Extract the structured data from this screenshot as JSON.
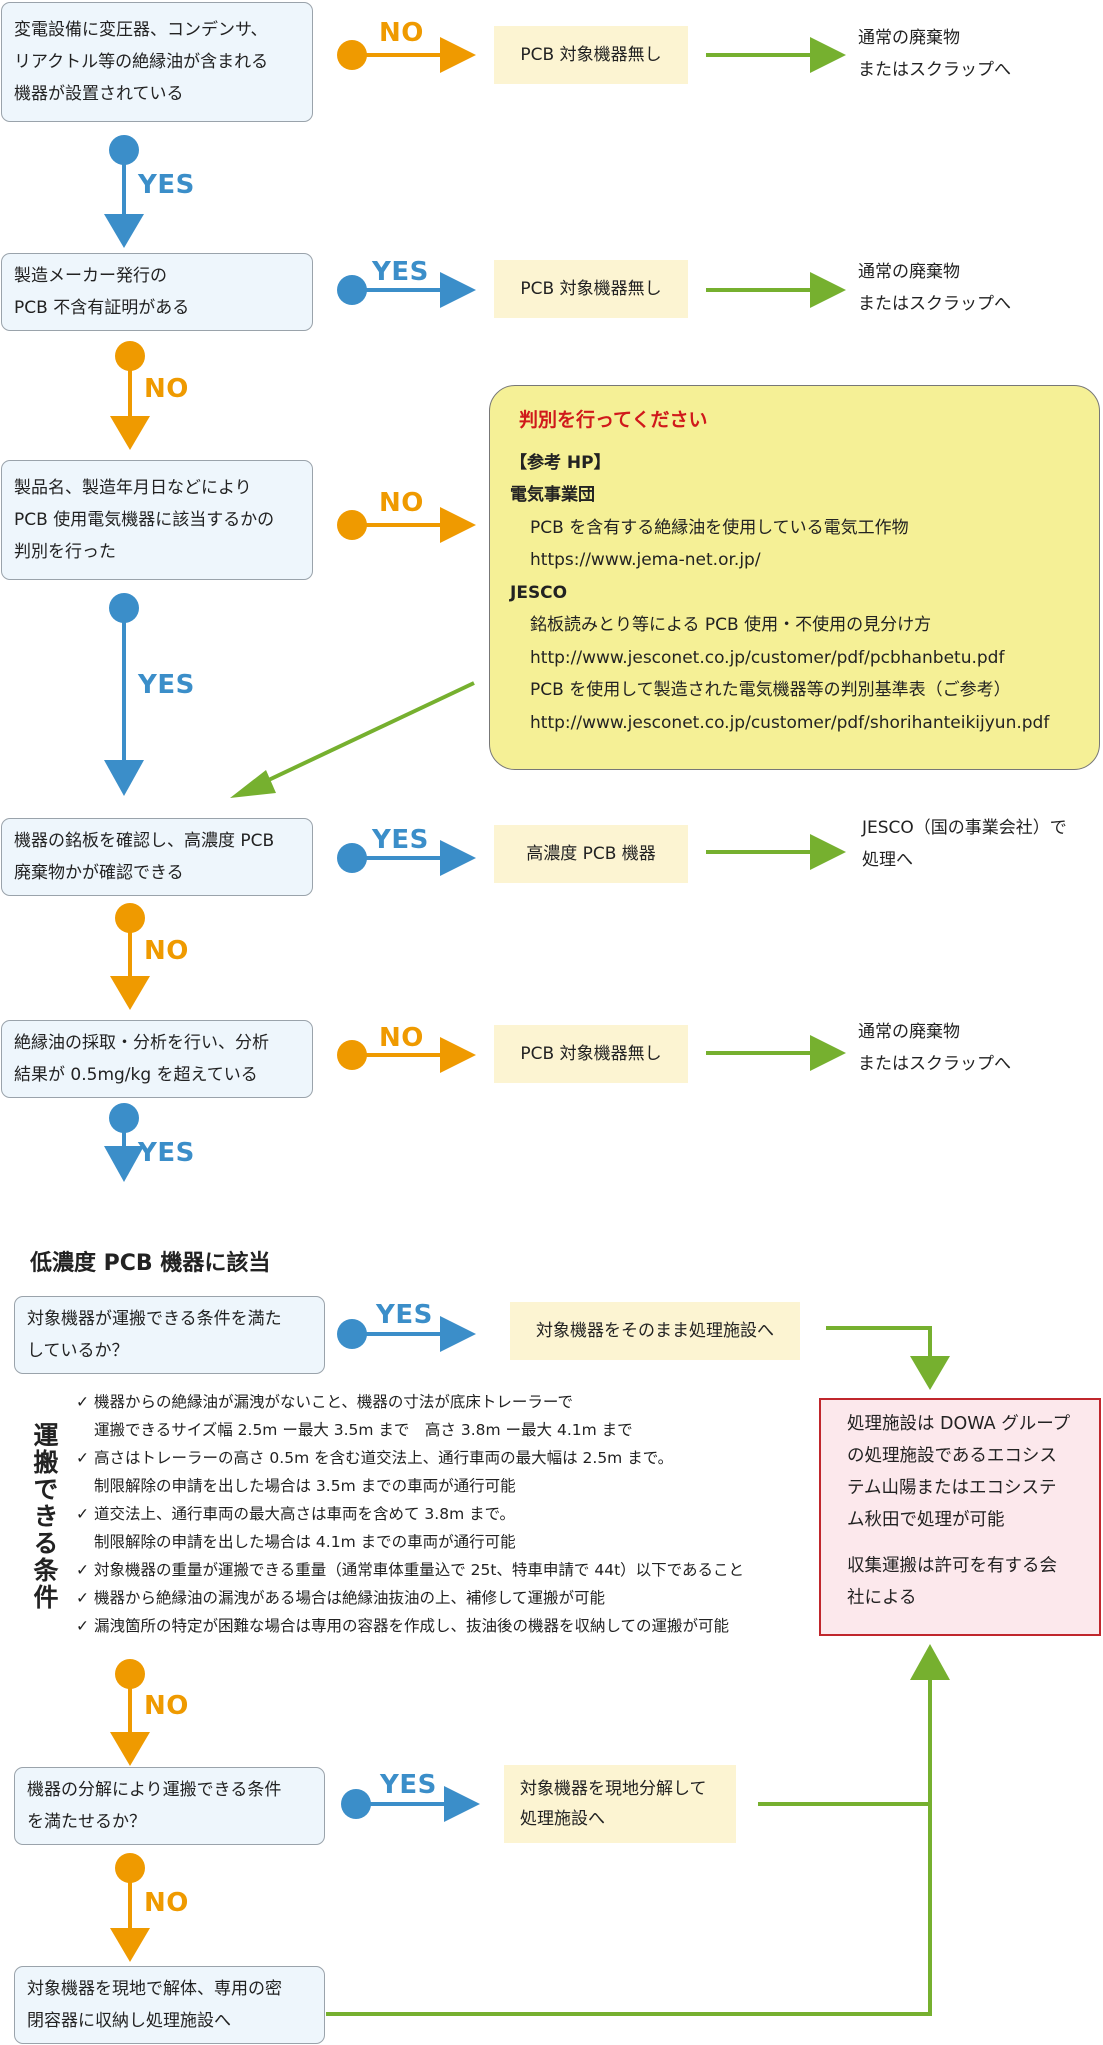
{
  "labels": {
    "no": "NO",
    "yes": "YES"
  },
  "colors": {
    "no": "#ef9a00",
    "yes": "#3b8ec9",
    "green": "#76b02f",
    "question_bg": "#eef6fc",
    "result_bg": "#fcf4d2",
    "reference_bg": "#f5f096",
    "final_border": "#c0262c",
    "final_bg": "#fce8ec"
  },
  "questions": {
    "q1": {
      "line1": "変電設備に変圧器、コンデンサ、",
      "line2": "リアクトル等の絶縁油が含まれる",
      "line3": "機器が設置されている"
    },
    "q2": {
      "line1": "製造メーカー発行の",
      "line2": "PCB 不含有証明がある"
    },
    "q3": {
      "line1": "製品名、製造年月日などにより",
      "line2": "PCB 使用電気機器に該当するかの",
      "line3": "判別を行った"
    },
    "q4": {
      "line1": "機器の銘板を確認し、高濃度 PCB",
      "line2": "廃棄物かが確認できる"
    },
    "q5": {
      "line1": "絶縁油の採取・分析を行い、分析",
      "line2": "結果が 0.5mg/kg を超えている"
    },
    "q6": {
      "line1": "対象機器が運搬できる条件を満た",
      "line2": "しているか？"
    },
    "q7": {
      "line1": "機器の分解により運搬できる条件",
      "line2": "を満たせるか？"
    },
    "q8": {
      "line1": "対象機器を現地で解体、専用の密",
      "line2": "閉容器に収納し処理施設へ"
    }
  },
  "results": {
    "r1": "PCB 対象機器無し",
    "r2": "PCB 対象機器無し",
    "r4": "高濃度 PCB 機器",
    "r5": "PCB 対象機器無し",
    "r6": "対象機器をそのまま処理施設へ",
    "r7": {
      "line1": "対象機器を現地分解して",
      "line2": "処理施設へ"
    }
  },
  "outcomes": {
    "o1": {
      "line1": "通常の廃棄物",
      "line2": "またはスクラップへ"
    },
    "o2": {
      "line1": "通常の廃棄物",
      "line2": "またはスクラップへ"
    },
    "o4": {
      "line1": "JESCO（国の事業会社）で",
      "line2": "処理へ"
    },
    "o5": {
      "line1": "通常の廃棄物",
      "line2": "またはスクラップへ"
    }
  },
  "reference": {
    "title": "判別を行ってください",
    "hp_label": "【参考 HP】",
    "org1": "電気事業団",
    "org1_desc": "PCB を含有する絶縁油を使用している電気工作物",
    "org1_url": "https://www.jema-net.or.jp/",
    "org2": "JESCO",
    "org2_desc1": "銘板読みとり等による PCB 使用・不使用の見分け方",
    "org2_url1": "http://www.jesconet.co.jp/customer/pdf/pcbhanbetu.pdf",
    "org2_desc2": "PCB を使用して製造された電気機器等の判別基準表（ご参考）",
    "org2_url2": "http://www.jesconet.co.jp/customer/pdf/shorihanteikijyun.pdf"
  },
  "low_conc_heading": "低濃度 PCB 機器に該当",
  "conditions": {
    "title": "運搬できる条件",
    "check": "✓",
    "items": [
      {
        "text": "機器からの絶縁油が漏洩がないこと、機器の寸法が底床トレーラーで",
        "sub": "運搬できるサイズ幅 2.5m ー最大 3.5m まで　高さ 3.8m ー最大 4.1m まで"
      },
      {
        "text": "高さはトレーラーの高さ 0.5m を含む道交法上、通行車両の最大幅は 2.5m まで。",
        "sub": "制限解除の申請を出した場合は 3.5m までの車両が通行可能"
      },
      {
        "text": "道交法上、通行車両の最大高さは車両を含めて 3.8m まで。",
        "sub": "制限解除の申請を出した場合は 4.1m までの車両が通行可能"
      },
      {
        "text": "対象機器の重量が運搬できる重量（通常車体重量込で 25t、特車申請で 44t）以下であること",
        "sub": ""
      },
      {
        "text": "機器から絶縁油の漏洩がある場合は絶縁油抜油の上、補修して運搬が可能",
        "sub": ""
      },
      {
        "text": "漏洩箇所の特定が困難な場合は専用の容器を作成し、抜油後の機器を収納しての運搬が可能",
        "sub": ""
      }
    ]
  },
  "final": {
    "p1_line1": "処理施設は DOWA グループ",
    "p1_line2": "の処理施設であるエコシス",
    "p1_line3": "テム山陽またはエコシステ",
    "p1_line4": "ム秋田で処理が可能",
    "p2_line1": "収集運搬は許可を有する会",
    "p2_line2": "社による"
  }
}
